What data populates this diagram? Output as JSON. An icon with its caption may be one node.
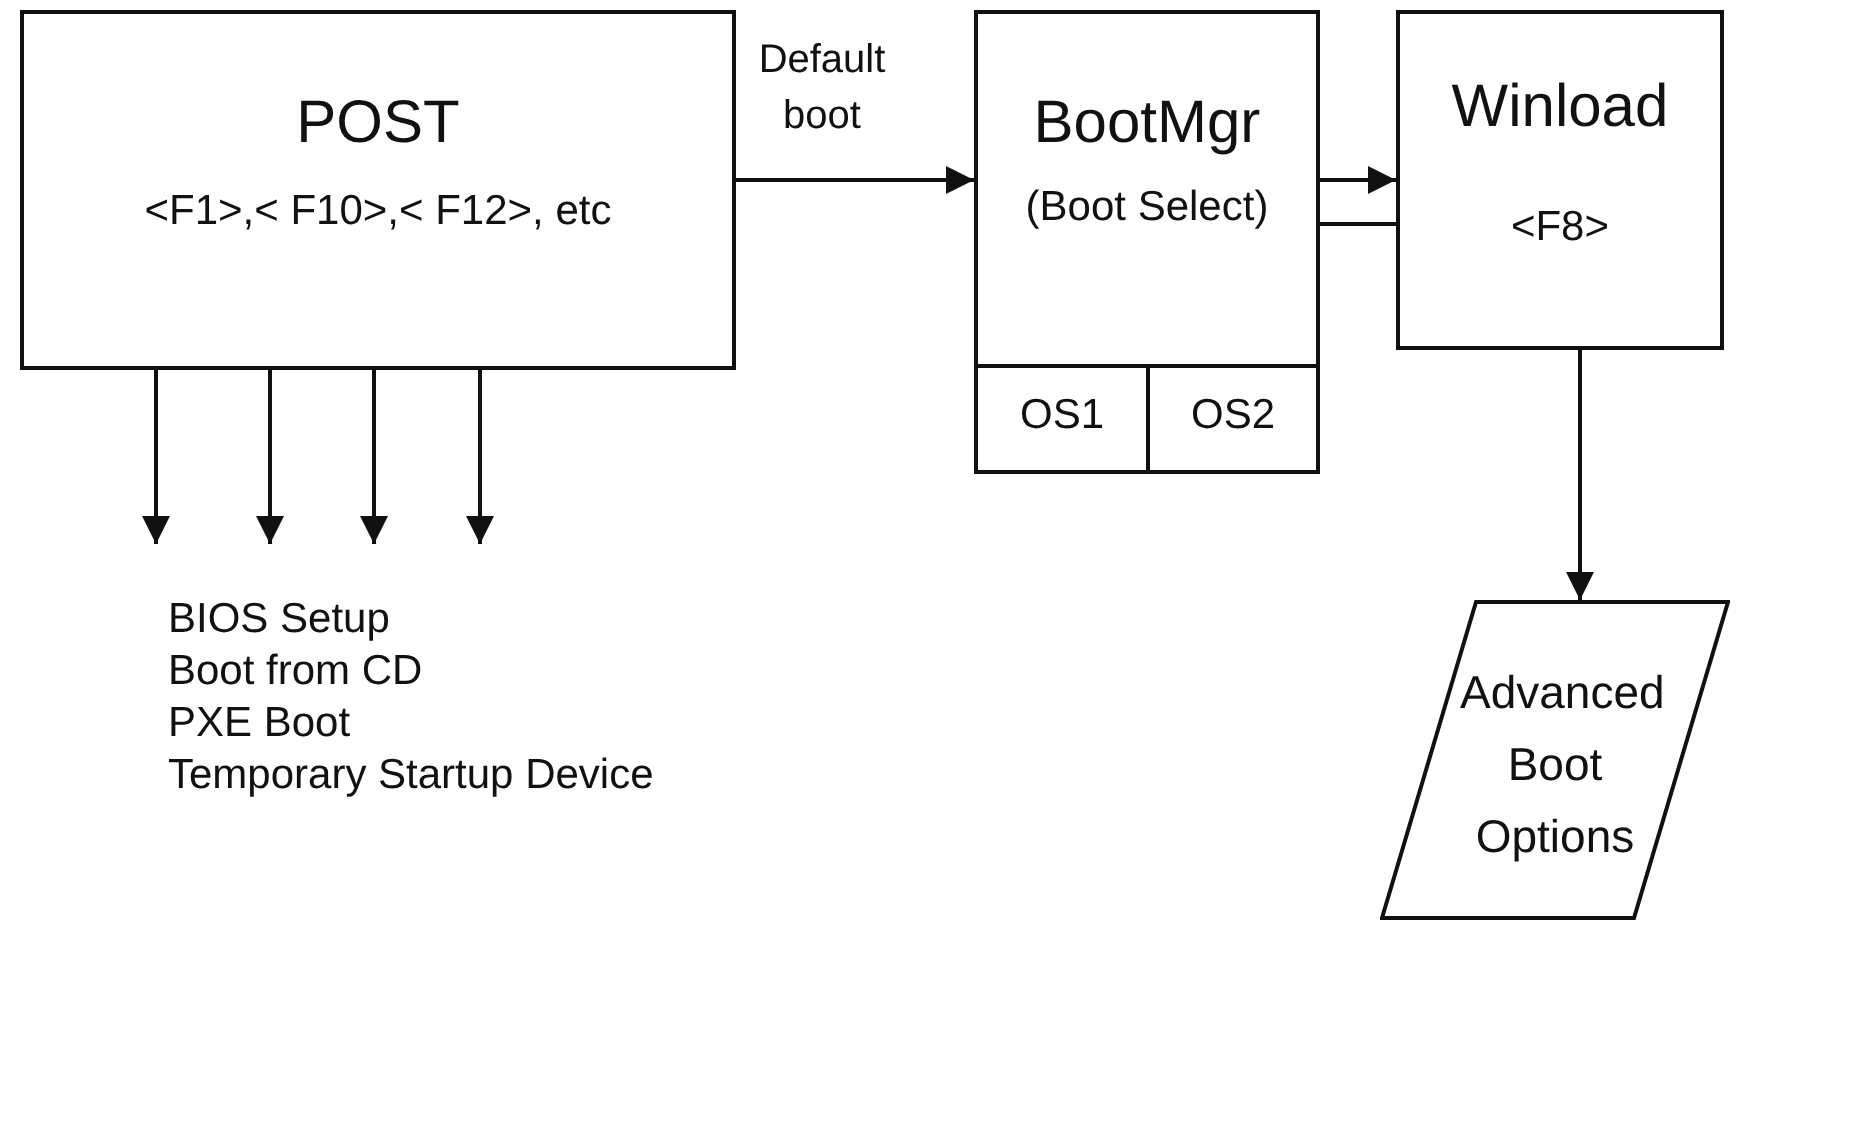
{
  "diagram": {
    "nodes": [
      {
        "text": [
          "POST",
          "<F1>,< F10>,< F12>, etc"
        ]
      },
      {
        "text": [
          "BootMgr",
          "(Boot Select)"
        ]
      },
      {
        "text": [
          "OS1"
        ],
        "in": 1
      },
      {
        "text": [
          "OS2"
        ],
        "in": 1
      },
      {
        "text": [
          "Winload",
          "<F8>"
        ]
      },
      {
        "text": [
          "Advanced Boot Options"
        ]
      },
      {
        "text": [
          "BIOS Setup",
          "Boot from CD",
          "PXE Boot",
          "Temporary Startup Device"
        ]
      }
    ],
    "edges": [
      {
        "from": 0,
        "to": 1,
        "arrow": "to",
        "label": "Default boot"
      },
      {
        "from": 1,
        "to": 4,
        "arrow": "to"
      },
      {
        "from": 1,
        "to": 4,
        "arrow": "none"
      },
      {
        "from": 4,
        "to": 5,
        "arrow": "to"
      },
      {
        "from": 0,
        "to": 6,
        "arrow": "to"
      },
      {
        "from": 0,
        "to": 6,
        "arrow": "to"
      },
      {
        "from": 0,
        "to": 6,
        "arrow": "to"
      },
      {
        "from": 0,
        "to": 6,
        "arrow": "to"
      }
    ]
  }
}
